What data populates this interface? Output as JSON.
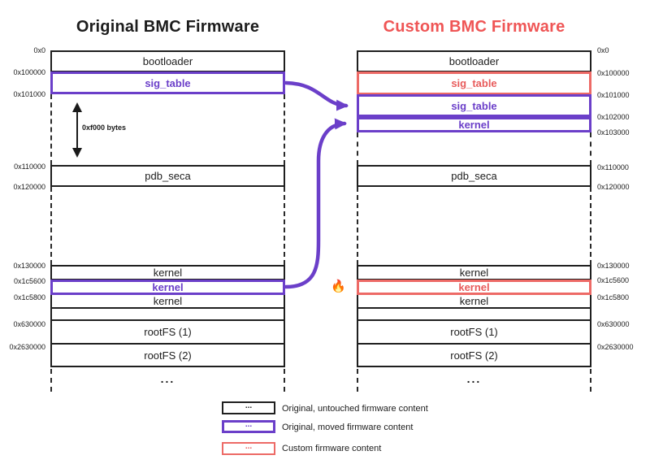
{
  "left_panel": {
    "title": "Original BMC Firmware",
    "segments": [
      {
        "label": "bootloader",
        "style": "black"
      },
      {
        "label": "sig_table",
        "style": "purple"
      },
      {
        "label": "pdb_seca",
        "style": "black"
      },
      {
        "label": "kernel",
        "style": "black"
      },
      {
        "label": "kernel",
        "style": "purple"
      },
      {
        "label": "kernel",
        "style": "black"
      },
      {
        "label": "rootFS (1)",
        "style": "black"
      },
      {
        "label": "rootFS (2)",
        "style": "black"
      }
    ],
    "addresses": [
      "0x0",
      "0x100000",
      "0x101000",
      "0x110000",
      "0x120000",
      "0x130000",
      "0x1c5600",
      "0x1c5800",
      "0x630000",
      "0x2630000"
    ],
    "gap_label": "0xf000 bytes",
    "ellipsis": "..."
  },
  "right_panel": {
    "title": "Custom BMC Firmware",
    "segments": [
      {
        "label": "bootloader",
        "style": "black"
      },
      {
        "label": "sig_table",
        "style": "red"
      },
      {
        "label": "sig_table",
        "style": "purple"
      },
      {
        "label": "kernel",
        "style": "purple"
      },
      {
        "label": "pdb_seca",
        "style": "black"
      },
      {
        "label": "kernel",
        "style": "black"
      },
      {
        "label": "kernel",
        "style": "red"
      },
      {
        "label": "kernel",
        "style": "black"
      },
      {
        "label": "rootFS (1)",
        "style": "black"
      },
      {
        "label": "rootFS (2)",
        "style": "black"
      }
    ],
    "addresses": [
      "0x0",
      "0x100000",
      "0x101000",
      "0x102000",
      "0x103000",
      "0x110000",
      "0x120000",
      "0x130000",
      "0x1c5600",
      "0x1c5800",
      "0x630000",
      "0x2630000"
    ],
    "ellipsis": "...",
    "fire_emoji": "🔥"
  },
  "legend": {
    "items": [
      {
        "swatch_text": "...",
        "style": "black",
        "label": "Original, untouched firmware content"
      },
      {
        "swatch_text": "...",
        "style": "purple",
        "label": "Original, moved firmware content"
      },
      {
        "swatch_text": "...",
        "style": "red",
        "label": "Custom firmware content"
      }
    ]
  },
  "colors": {
    "purple": "#6b3fc9",
    "red_box": "#ed6a66",
    "title_red": "#ef5555",
    "black": "#1f1f1f"
  }
}
